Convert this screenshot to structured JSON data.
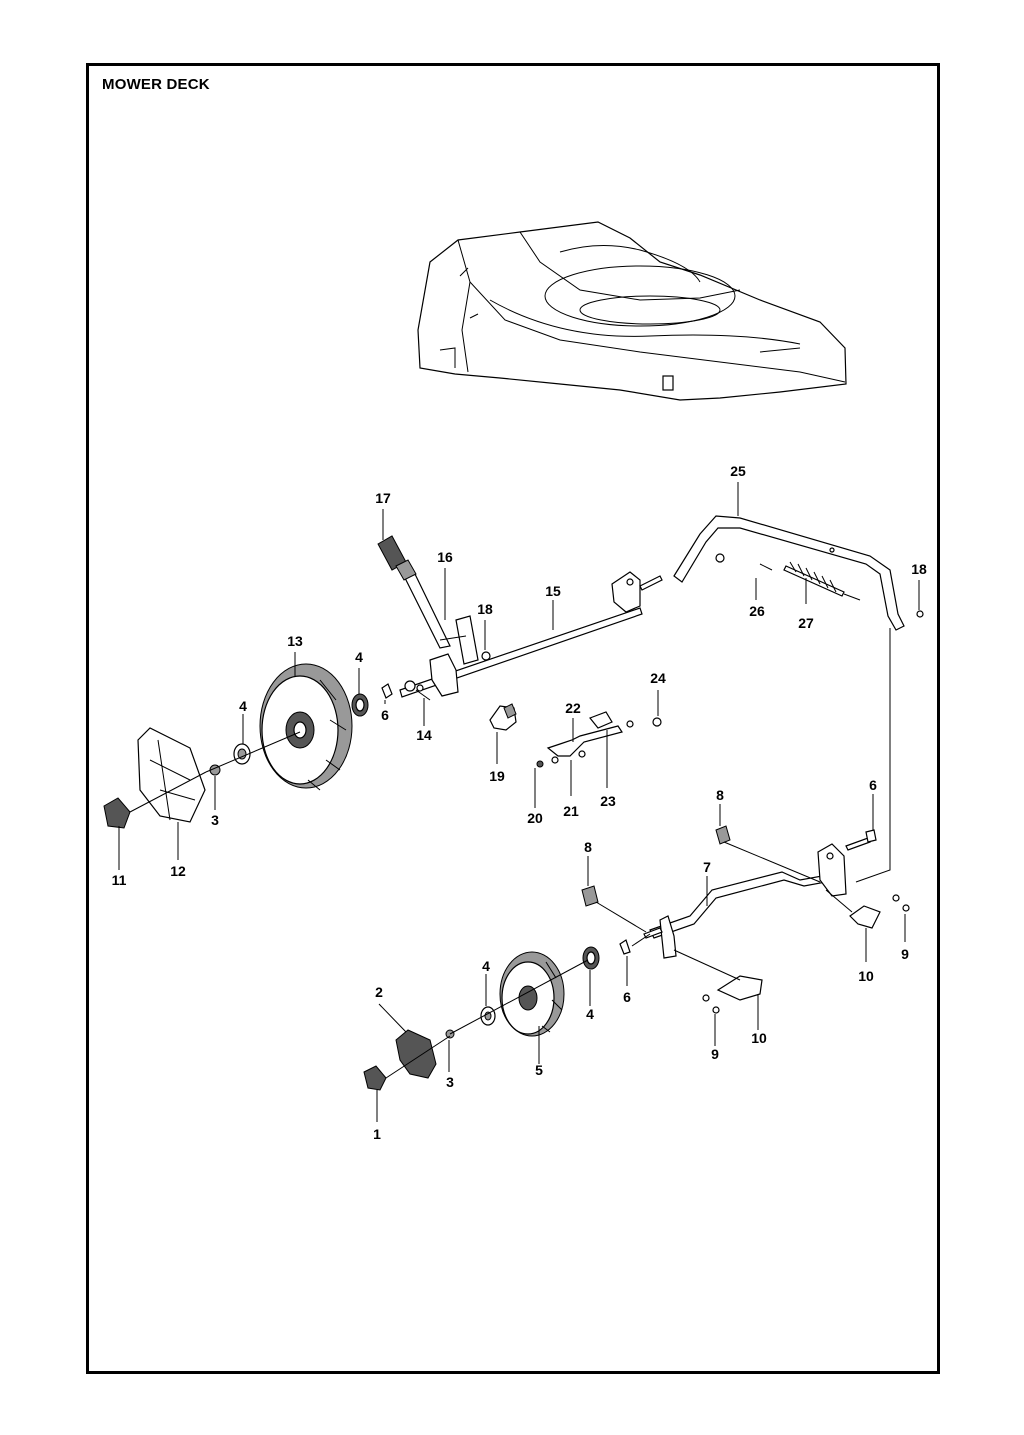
{
  "title": "MOWER DECK",
  "callouts": [
    "1",
    "2",
    "3",
    "4",
    "5",
    "6",
    "7",
    "8",
    "9",
    "10",
    "11",
    "12",
    "13",
    "14",
    "15",
    "16",
    "17",
    "18",
    "19",
    "20",
    "21",
    "22",
    "23",
    "24",
    "25",
    "26",
    "27"
  ]
}
